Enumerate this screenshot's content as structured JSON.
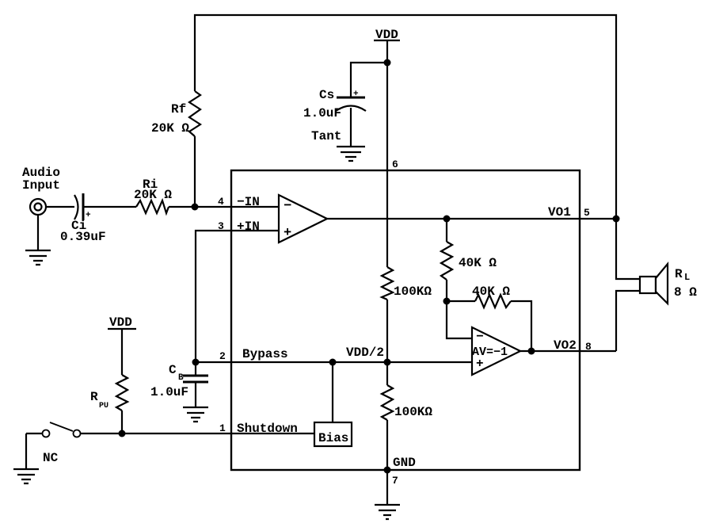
{
  "labels": {
    "audio_l1": "Audio",
    "audio_l2": "Input",
    "ci_name": "Ci",
    "ci_value": "0.39uF",
    "ci_plus": "+",
    "ri_name": "Ri",
    "ri_value": "20K Ω",
    "rf_name": "Rf",
    "rf_value": "20K Ω",
    "vdd_top": "VDD",
    "vdd_left": "VDD",
    "cs_name": "Cs",
    "cs_value": "1.0uF",
    "cs_type": "Tant",
    "cs_plus": "+",
    "r100k_a": "100KΩ",
    "r100k_b": "100KΩ",
    "r40k_a": "40K Ω",
    "r40k_b": "40K Ω",
    "rpu_name": "R",
    "rpu_sub": "PU",
    "cb_name": "C",
    "cb_sub": "B",
    "cb_value": "1.0uF",
    "rl_name": "R",
    "rl_sub": "L",
    "rl_value": "8 Ω",
    "nc": "NC"
  },
  "ic": {
    "pin1": "1",
    "pin2": "2",
    "pin3": "3",
    "pin4": "4",
    "pin5": "5",
    "pin6": "6",
    "pin7": "7",
    "pin8": "8",
    "neg_in": "−IN",
    "pos_in": "+IN",
    "bypass": "Bypass",
    "shutdown": "Shutdown",
    "bias": "Bias",
    "vdd2": "VDD/2",
    "gnd": "GND",
    "vo1": "VO1",
    "vo2": "VO2"
  },
  "opamp1": {
    "minus": "−",
    "plus": "+"
  },
  "opamp2": {
    "minus": "−",
    "plus": "+",
    "gain": "AV=−1"
  },
  "colors": {
    "line": "#000000",
    "background": "#ffffff"
  }
}
